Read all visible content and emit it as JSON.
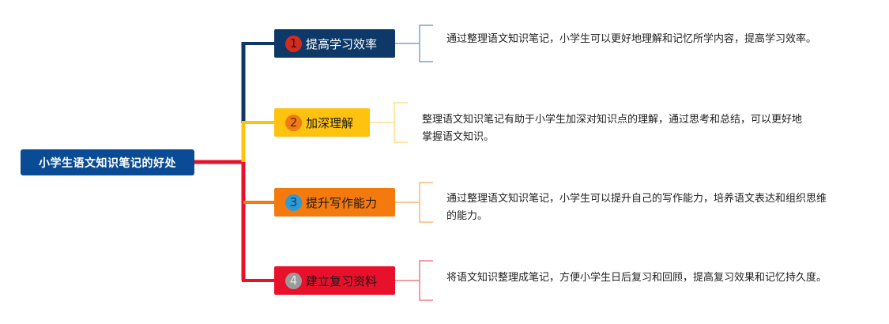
{
  "root": {
    "label": "小学生语文知识笔记的好处",
    "color": "#0a4b96"
  },
  "branches": [
    {
      "number": "1",
      "label": "提高学习效率",
      "description": "通过整理语文知识笔记，小学生可以更好地理解和记忆所学内容，提高学习效率。",
      "box_color": "#0d3868",
      "text_color": "#ffffff",
      "badge_color": "#d42b1f",
      "badge_text_color": "#3a0a06",
      "line_color": "#0d3868",
      "bracket_color": "#7fa2c2"
    },
    {
      "number": "2",
      "label": "加深理解",
      "description": "整理语文知识笔记有助于小学生加深对知识点的理解，通过思考和总结，可以更好地掌握语文知识。",
      "box_color": "#ffc20e",
      "text_color": "#1a1a1a",
      "badge_color": "#f07a14",
      "badge_text_color": "#5a2a00",
      "line_color": "#ffc20e",
      "bracket_color": "#ffe08a"
    },
    {
      "number": "3",
      "label": "提升写作能力",
      "description": "通过整理语文知识笔记，小学生可以提升自己的写作能力，培养语文表达和组织思维的能力。",
      "box_color": "#f57a0e",
      "text_color": "#1a1a1a",
      "badge_color": "#2a9ad8",
      "badge_text_color": "#1a3550",
      "line_color": "#f57a0e",
      "bracket_color": "#f8b87a"
    },
    {
      "number": "4",
      "label": "建立复习资料",
      "description": "将语文知识整理成笔记，方便小学生日后复习和回顾，提高复习效果和记忆持久度。",
      "box_color": "#e8102a",
      "text_color": "#1a1a1a",
      "badge_color": "#9a9a9a",
      "badge_text_color": "#e8e8e8",
      "line_color": "#e8102a",
      "bracket_color": "#f07a86"
    }
  ]
}
